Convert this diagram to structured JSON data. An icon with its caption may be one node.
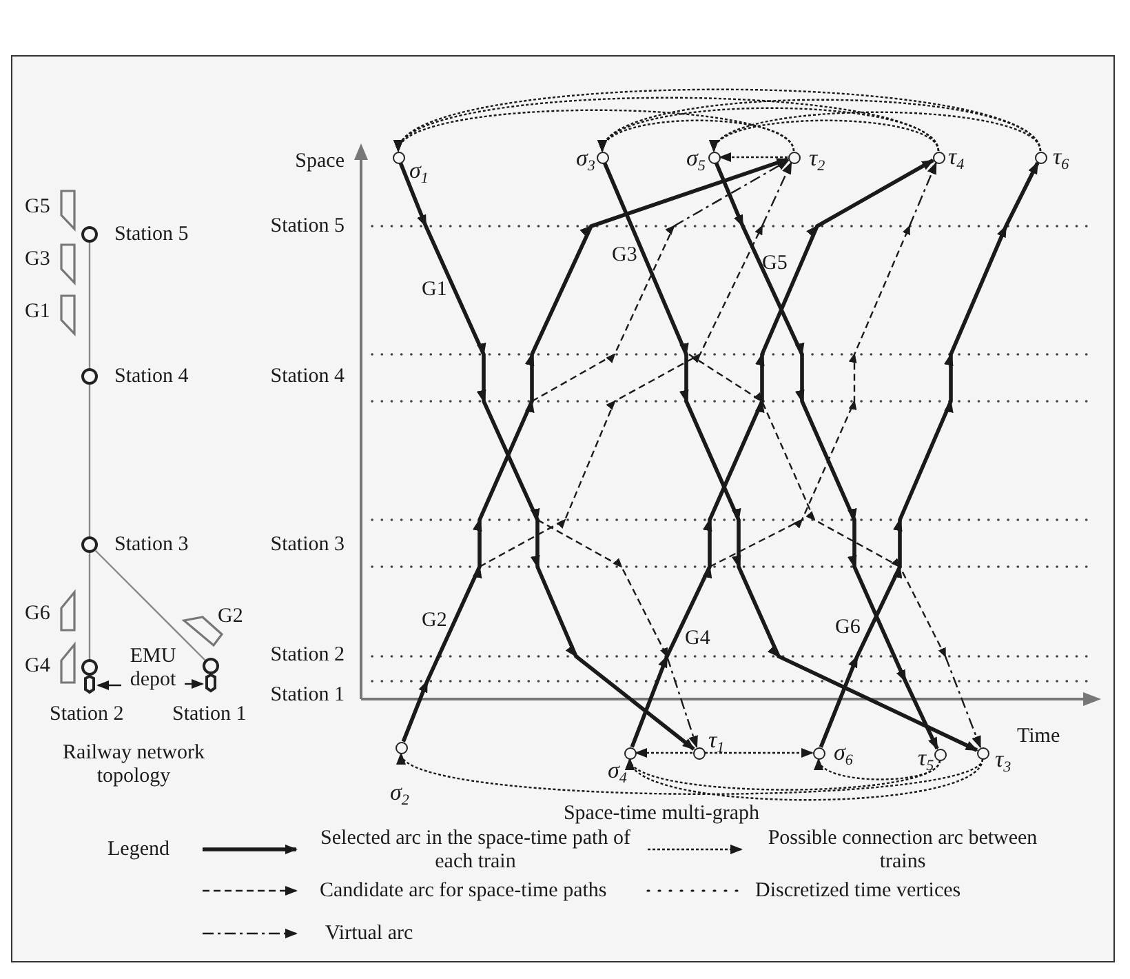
{
  "diagram": {
    "nodes": [
      {
        "text": [],
        "shape": "circle",
        "beside": [
          "Station 5"
        ]
      },
      {
        "text": [],
        "shape": "circle",
        "beside": [
          "Station 4"
        ]
      },
      {
        "text": [],
        "shape": "circle",
        "beside": [
          "Station 3"
        ]
      },
      {
        "text": [],
        "shape": "circle",
        "beside": [
          "Station 2"
        ]
      },
      {
        "text": [],
        "shape": "circle",
        "beside": [
          "Station 1"
        ]
      },
      {
        "text": [
          "EMU depot"
        ]
      },
      {
        "text": [],
        "shape": "circle",
        "beside": [
          "σ$_{1}$"
        ]
      },
      {
        "text": [],
        "shape": "circle",
        "beside": [
          "σ$_{3}$"
        ]
      },
      {
        "text": [],
        "shape": "circle",
        "beside": [
          "σ$_{5}$"
        ]
      },
      {
        "text": [],
        "shape": "circle",
        "beside": [
          "τ$_{2}$"
        ]
      },
      {
        "text": [],
        "shape": "circle",
        "beside": [
          "τ$_{4}$"
        ]
      },
      {
        "text": [],
        "shape": "circle",
        "beside": [
          "τ$_{6}$"
        ]
      },
      {
        "text": [],
        "shape": "circle",
        "beside": [
          "σ$_{2}$"
        ]
      },
      {
        "text": [],
        "shape": "circle",
        "beside": [
          "σ$_{4}$"
        ]
      },
      {
        "text": [],
        "shape": "circle",
        "beside": [
          "τ$_{1}$"
        ]
      },
      {
        "text": [],
        "shape": "circle",
        "beside": [
          "σ$_{6}$"
        ]
      },
      {
        "text": [],
        "shape": "circle",
        "beside": [
          "τ$_{5}$"
        ]
      },
      {
        "text": [],
        "shape": "circle",
        "beside": [
          "τ$_{3}$"
        ]
      }
    ],
    "edges": [
      {
        "from": 0,
        "to": 1,
        "arrow": "none",
        "color": "#888888"
      },
      {
        "from": 1,
        "to": 2,
        "arrow": "none",
        "color": "#888888"
      },
      {
        "from": 2,
        "to": 3,
        "arrow": "none",
        "color": "#888888"
      },
      {
        "from": 2,
        "to": 4,
        "arrow": "none",
        "color": "#888888"
      },
      {
        "from": 5,
        "to": 3,
        "arrow": "to"
      },
      {
        "from": 5,
        "to": 4,
        "arrow": "to"
      },
      {
        "from": 6,
        "to": 14,
        "arrow": "to",
        "style": "thick"
      },
      {
        "from": 12,
        "to": 9,
        "arrow": "to",
        "style": "thick"
      },
      {
        "from": 7,
        "to": 17,
        "arrow": "to",
        "style": "thick"
      },
      {
        "from": 13,
        "to": 10,
        "arrow": "to",
        "style": "thick"
      },
      {
        "from": 8,
        "to": 16,
        "arrow": "to",
        "style": "thick"
      },
      {
        "from": 15,
        "to": 11,
        "arrow": "to",
        "style": "thick"
      },
      {
        "from": 9,
        "to": 8,
        "arrow": "to",
        "style": "dashed"
      },
      {
        "from": 9,
        "to": 7,
        "arrow": "to",
        "style": "dashed"
      },
      {
        "from": 9,
        "to": 6,
        "arrow": "to",
        "style": "dashed"
      },
      {
        "from": 10,
        "to": 8,
        "arrow": "to",
        "style": "dashed"
      },
      {
        "from": 10,
        "to": 7,
        "arrow": "to",
        "style": "dashed"
      },
      {
        "from": 10,
        "to": 6,
        "arrow": "to",
        "style": "dashed"
      },
      {
        "from": 11,
        "to": 8,
        "arrow": "to",
        "style": "dashed"
      },
      {
        "from": 11,
        "to": 7,
        "arrow": "to",
        "style": "dashed"
      },
      {
        "from": 11,
        "to": 6,
        "arrow": "to",
        "style": "dashed"
      },
      {
        "from": 14,
        "to": 13,
        "arrow": "to",
        "style": "dashed"
      },
      {
        "from": 14,
        "to": 15,
        "arrow": "to",
        "style": "dashed"
      },
      {
        "from": 17,
        "to": 12,
        "arrow": "to",
        "style": "dashed"
      },
      {
        "from": 17,
        "to": 13,
        "arrow": "to",
        "style": "dashed"
      },
      {
        "from": 16,
        "to": 13,
        "arrow": "to",
        "style": "dashed"
      },
      {
        "from": 16,
        "to": 15,
        "arrow": "to",
        "style": "dashed"
      },
      {
        "from": null,
        "to": 9,
        "arrow": "to",
        "style": "dashed"
      },
      {
        "from": null,
        "to": 9,
        "arrow": "to",
        "style": "dashed"
      },
      {
        "from": null,
        "to": 10,
        "arrow": "to",
        "style": "dashed"
      },
      {
        "from": null,
        "to": 14,
        "arrow": "to",
        "style": "dashed"
      },
      {
        "from": null,
        "to": 17,
        "arrow": "to",
        "style": "dashed"
      }
    ],
    "labels": [
      "G5",
      "G3",
      "G1",
      "G6",
      "G2",
      "G4",
      "Railway network topology",
      "Space",
      "Station 5",
      "Station 4",
      "Station 3",
      "Station 2",
      "Station 1",
      "G1",
      "G3",
      "G5",
      "G2",
      "G4",
      "G6",
      "Time",
      "Space-time multi-graph",
      "Legend"
    ],
    "legend": [
      {
        "text": "Selected arc in the space-time path of each train"
      },
      {
        "text": "Possible connection arc between trains"
      },
      {
        "text": "Candidate arc for space-time paths"
      },
      {
        "text": "Discretized time vertices"
      },
      {
        "text": "Virtual arc"
      }
    ]
  }
}
